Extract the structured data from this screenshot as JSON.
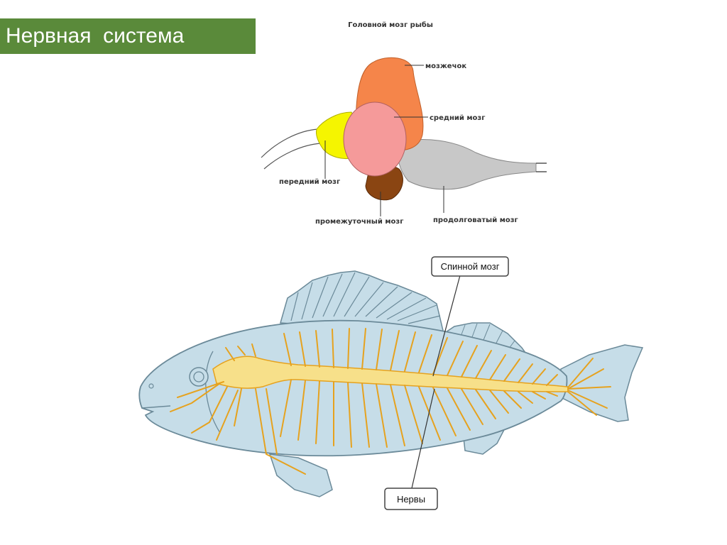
{
  "slide": {
    "title": "Нервная  система"
  },
  "brain_diagram": {
    "title": "Головной мозг рыбы",
    "labels": {
      "cerebellum": "мозжечок",
      "midbrain": "средний мозг",
      "forebrain": "передний мозг",
      "diencephalon": "промежуточный мозг",
      "medulla": "продолговатый мозг"
    },
    "colors": {
      "cerebellum": "#f5854a",
      "midbrain": "#f59a9a",
      "forebrain": "#f5f500",
      "diencephalon": "#8a4512",
      "medulla": "#c8c8c8"
    }
  },
  "fish_diagram": {
    "callouts": {
      "spinal_cord": "Спинной мозг",
      "nerves": "Нервы"
    },
    "colors": {
      "body": "#c6dde8",
      "outline": "#6b8a99",
      "nerves": "#e6a21e",
      "spine": "#f7e08a"
    }
  }
}
